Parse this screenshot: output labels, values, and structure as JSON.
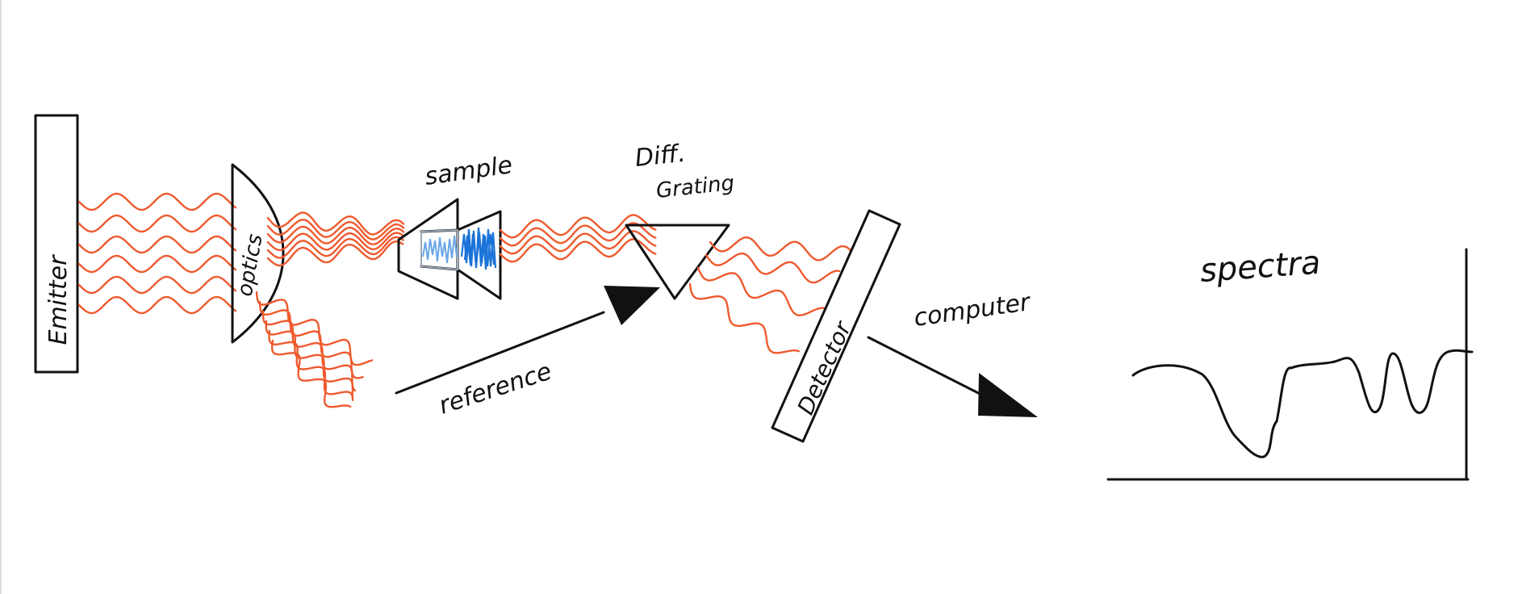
{
  "labels": {
    "emitter": "Emitter",
    "optics": "optics",
    "sample": "sample",
    "grating_line1": "Diff.",
    "grating_line2": "Grating",
    "reference": "reference",
    "detector": "Detector",
    "computer": "computer",
    "spectra": "spectra"
  },
  "colors": {
    "ink": "#111111",
    "light_wave": "#ee5a2e",
    "sample_signal": "#1a73d8",
    "background": "#ffffff"
  }
}
